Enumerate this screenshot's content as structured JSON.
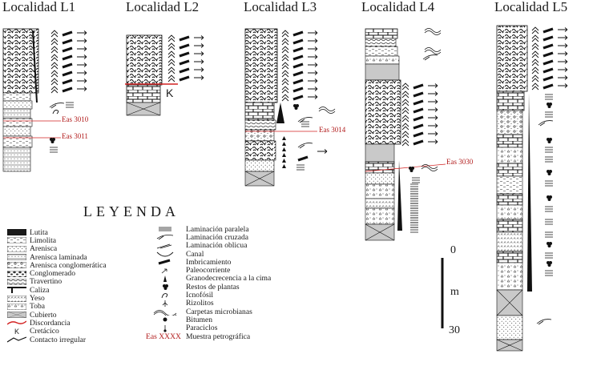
{
  "localities": [
    {
      "id": "L1",
      "title": "Localidad L1"
    },
    {
      "id": "L2",
      "title": "Localidad L2"
    },
    {
      "id": "L3",
      "title": "Localidad L3"
    },
    {
      "id": "L4",
      "title": "Localidad L4"
    },
    {
      "id": "L5",
      "title": "Localidad L5"
    }
  ],
  "samples": {
    "l1_top": "Eas 3010",
    "l1_bottom": "Eas 3011",
    "l3": "Eas 3014",
    "l4": "Eas 3030"
  },
  "cretaceous_marker": "K",
  "legend": {
    "title": "LEYENDA",
    "lithology": [
      {
        "label": "Lutita"
      },
      {
        "label": "Limolita"
      },
      {
        "label": "Arenisca"
      },
      {
        "label": "Arenisca laminada"
      },
      {
        "label": "Arenisca conglomerática"
      },
      {
        "label": "Conglomerado"
      },
      {
        "label": "Travertino"
      },
      {
        "label": "Caliza"
      },
      {
        "label": "Yeso"
      },
      {
        "label": "Toba"
      },
      {
        "label": "Cubierto"
      },
      {
        "label": "Discordancia"
      },
      {
        "label": "Cretácico",
        "symbol": "K"
      },
      {
        "label": "Contacto irregular"
      }
    ],
    "structures": [
      {
        "label": "Laminación paralela"
      },
      {
        "label": "Laminación cruzada"
      },
      {
        "label": "Laminación oblicua"
      },
      {
        "label": "Canal"
      },
      {
        "label": "Imbricamiento"
      },
      {
        "label": "Paleocorriente"
      },
      {
        "label": "Granodecrecencia a la cima"
      },
      {
        "label": "Restos de plantas"
      },
      {
        "label": "Icnofósil"
      },
      {
        "label": "Rizolitos"
      },
      {
        "label": "Carpetas microbianas"
      },
      {
        "label": "Bitumen"
      },
      {
        "label": "Paraciclos"
      },
      {
        "label": "Muestra petrográfica",
        "symbol": "Eas XXXX"
      }
    ]
  },
  "scale": {
    "top": "0",
    "unit": "m",
    "bottom": "30"
  },
  "colors": {
    "discordance": "#d22020",
    "sample": "#b11a1a",
    "covered": "#c9c9c9",
    "ink": "#1a1a1a"
  }
}
